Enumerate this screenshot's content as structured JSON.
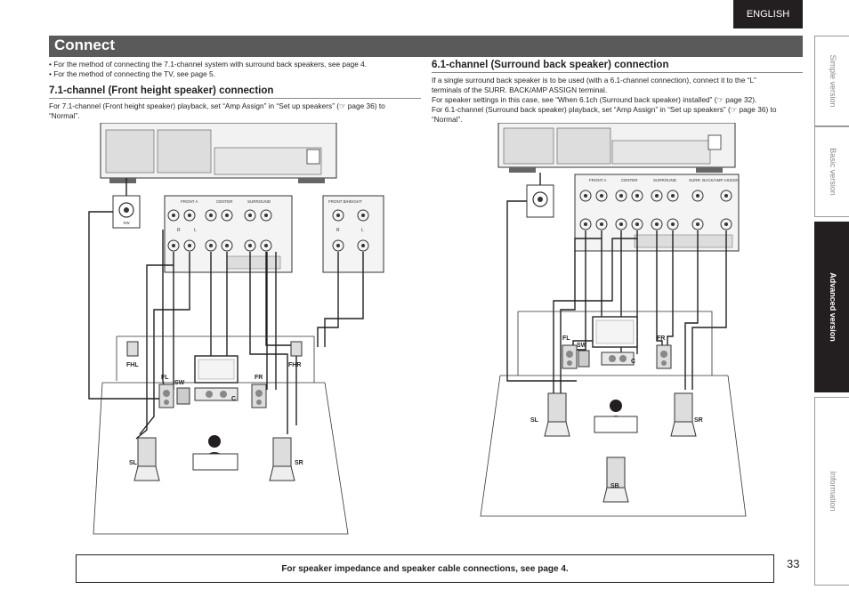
{
  "lang_tab": "ENGLISH",
  "page_title": "Connect",
  "intro_bullets": [
    "• For the method of connecting the 7.1-channel system with surround back speakers, see page 4.",
    "• For the method of connecting the TV, see page 5."
  ],
  "left_section": {
    "title": "7.1-channel (Front height speaker) connection",
    "body_line1": "For 7.1-channel (Front height speaker) playback, set “Amp Assign” in “Set up speakers” (☞ page 36) to",
    "body_line2": "“Normal”."
  },
  "right_section": {
    "title": "6.1-channel (Surround back speaker) connection",
    "lines": [
      "If a single surround back speaker is to be used (with a 6.1-channel connection), connect it to the “L”",
      "terminals of the SURR. BACK/AMP ASSIGN terminal.",
      "For speaker settings in this case, see “When 6.1ch (Surround back speaker) installed” (☞ page 32).",
      "For 6.1-channel (Surround back speaker) playback, set “Amp Assign” in “Set up speakers” (☞ page 36) to",
      "“Normal”."
    ]
  },
  "side_tabs": [
    {
      "label": "Simple version",
      "active": false
    },
    {
      "label": "Basic version",
      "active": false
    },
    {
      "label": "Advanced version",
      "active": true
    },
    {
      "label": "Information",
      "active": false
    }
  ],
  "speakers_left": {
    "fhl": "FHL",
    "fhr": "FHR",
    "fl": "FL",
    "fr": "FR",
    "sw": "SW",
    "c": "C",
    "sl": "SL",
    "sr": "SR"
  },
  "speakers_right": {
    "fl": "FL",
    "fr": "FR",
    "sw": "SW",
    "c": "C",
    "sl": "SL",
    "sr": "SR",
    "sb": "SB"
  },
  "terminal_labels": {
    "front_a": "FRONT A",
    "center": "CENTER",
    "surround": "SURROUND",
    "front_b_height": "FRONT B/HEIGHT",
    "surr_back": "SURR. BACK/AMP ASSIGN",
    "r": "R",
    "l": "L",
    "sw": "SW"
  },
  "page_number": "33",
  "footer_note": "For speaker impedance and speaker cable connections, see page 4."
}
